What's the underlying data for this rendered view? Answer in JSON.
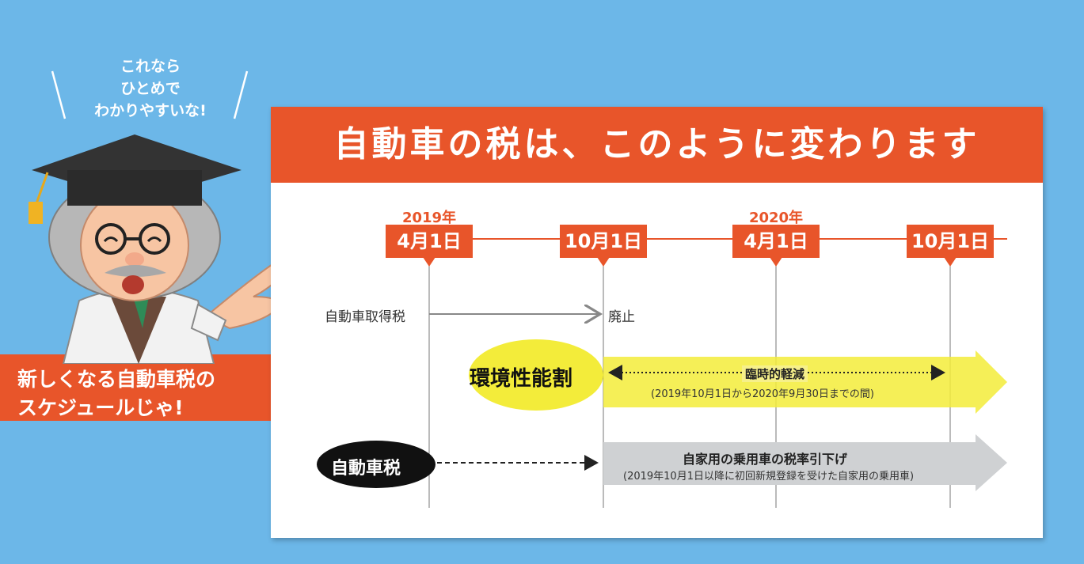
{
  "speech": {
    "line1": "これなら",
    "line2": "ひとめで",
    "line3": "わかりやすいな!"
  },
  "banner": {
    "line1": "新しくなる自動車税の",
    "line2": "スケジュールじゃ!"
  },
  "header": {
    "title": "自動車の税は、このように変わります"
  },
  "timeline": {
    "years": [
      {
        "label": "2019年"
      },
      {
        "label": "2020年"
      }
    ],
    "dates": [
      {
        "label": "4月1日"
      },
      {
        "label": "10月1日"
      },
      {
        "label": "4月1日"
      },
      {
        "label": "10月1日"
      }
    ]
  },
  "rows": {
    "acquisition": {
      "label": "自動車取得税",
      "end": "廃止"
    },
    "environment": {
      "label": "環境性能割",
      "note": "臨時的軽減",
      "period": "(2019年10月1日から2020年9月30日までの間)"
    },
    "auto_tax": {
      "label": "自動車税",
      "note": "自家用の乗用車の税率引下げ",
      "detail": "(2019年10月1日以降に初回新規登録を受けた自家用の乗用車)"
    }
  },
  "colors": {
    "background": "#6cb7e8",
    "accent": "#e8552a",
    "yellow": "#f3ec3a",
    "gray": "#cfd1d3"
  }
}
